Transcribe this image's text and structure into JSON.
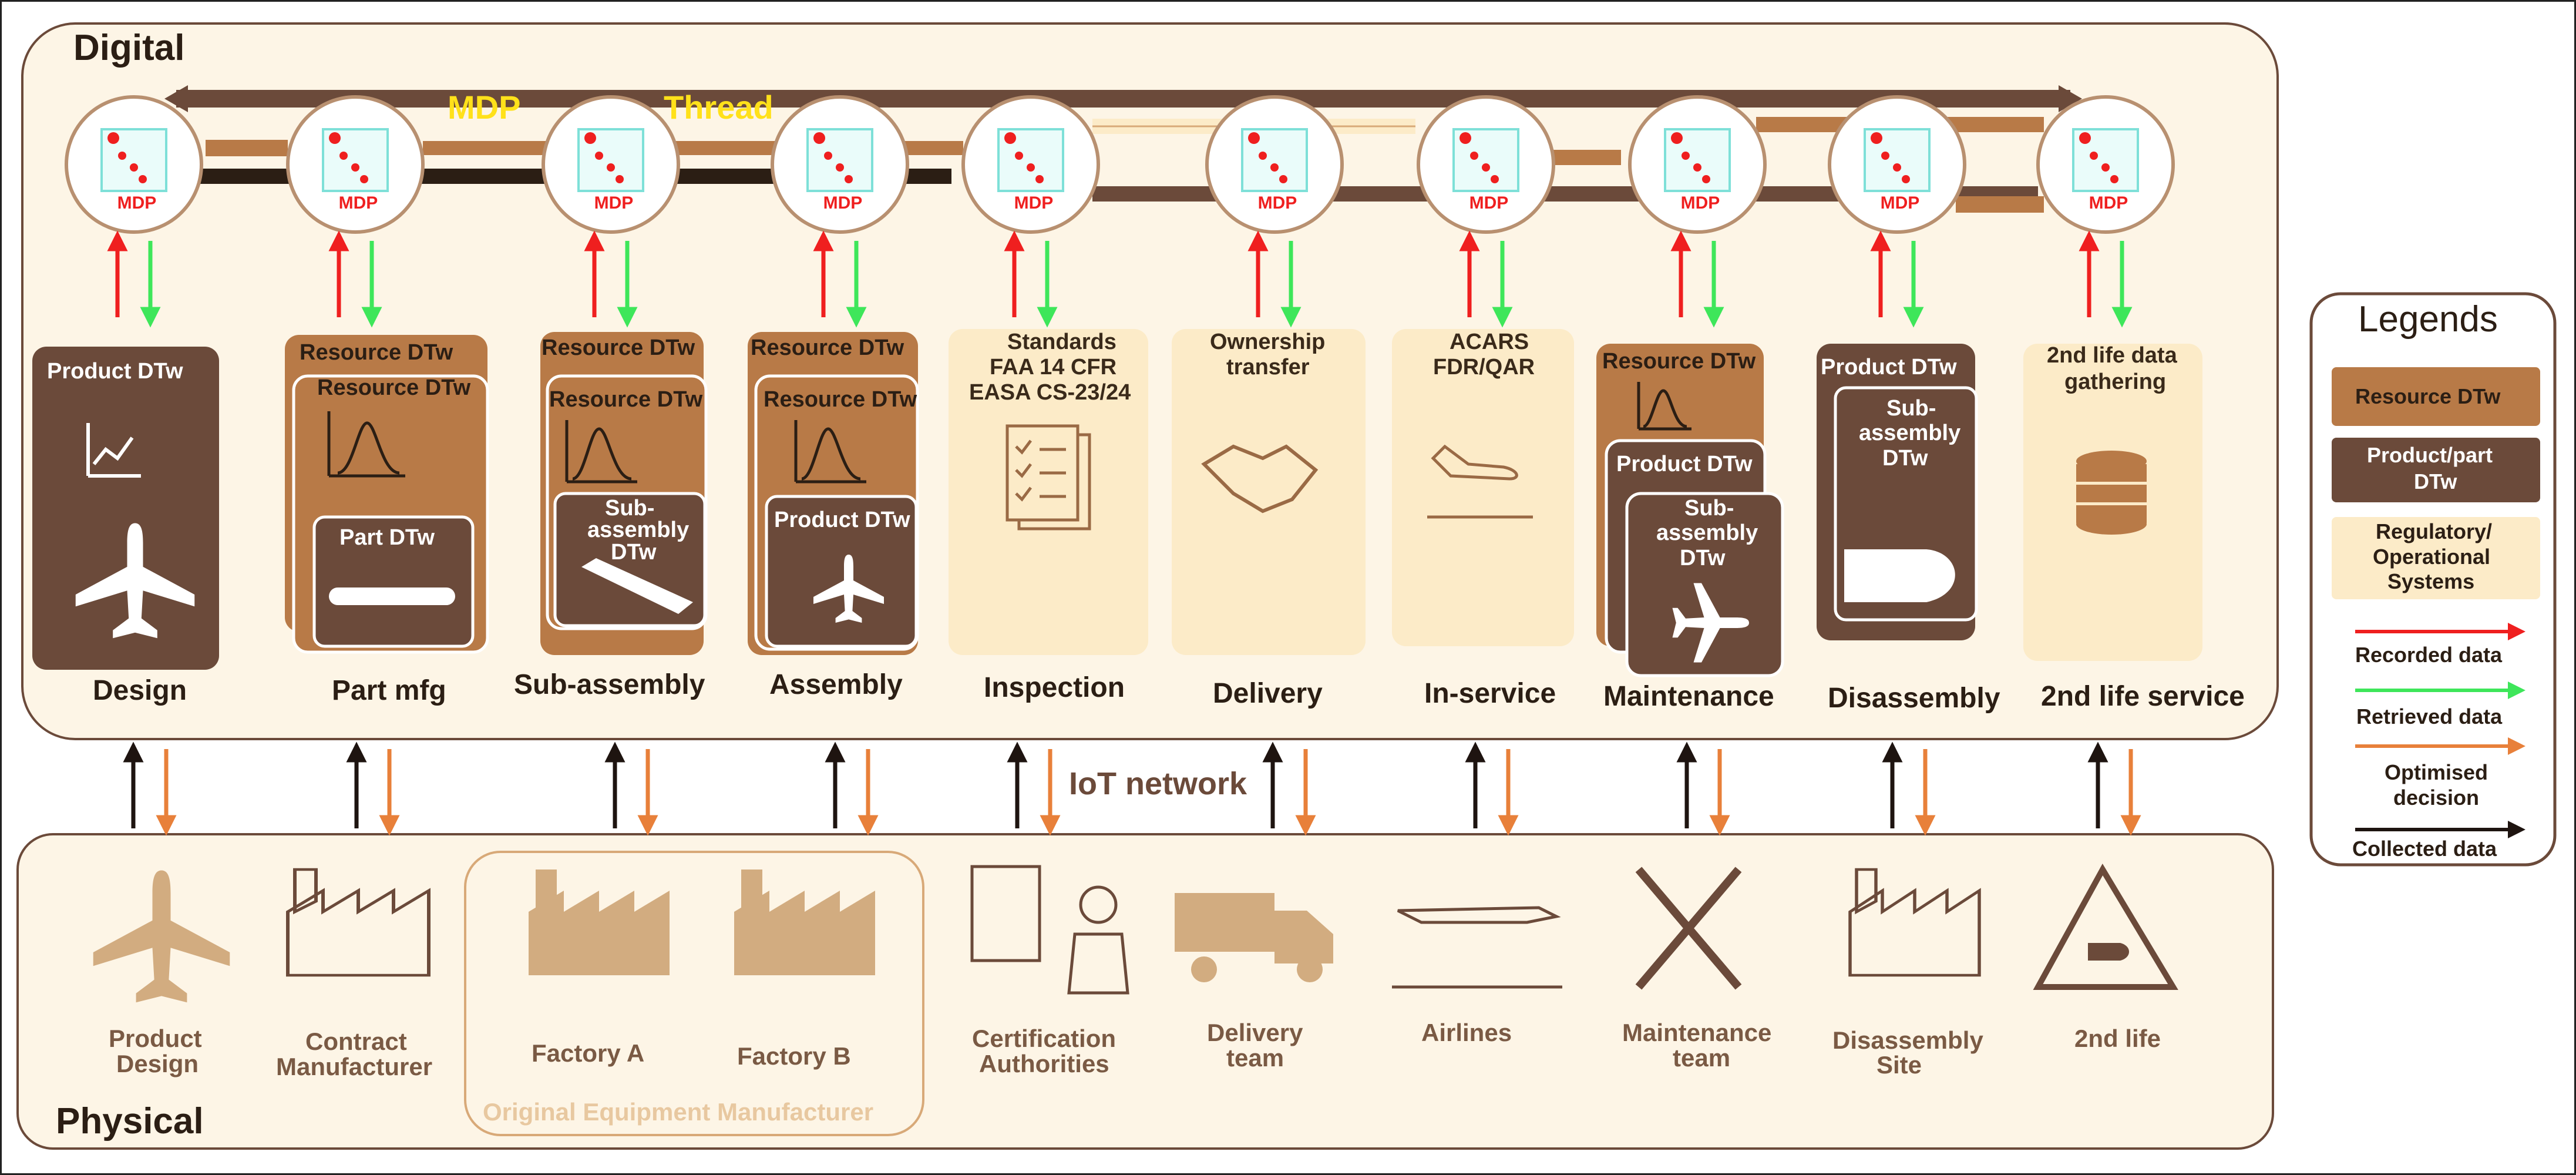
{
  "colors": {
    "resource": "#b87a47",
    "product": "#6b4a3a",
    "regulatory": "#fcebc8",
    "panel": "#fdf5e6",
    "recorded": "#ef1f1f",
    "retrieved": "#3ee65a",
    "optimised": "#e8803a",
    "collected": "#1e1410",
    "thread": "#ffe11a"
  },
  "labels": {
    "digital": "Digital",
    "physical": "Physical",
    "mdp": "MDP",
    "thread": "Thread",
    "iot": "IoT network",
    "node_label": "MDP",
    "oem": "Original Equipment Manufacturer"
  },
  "stages": [
    "Design",
    "Part mfg",
    "Sub-assembly",
    "Assembly",
    "Inspection",
    "Delivery",
    "In-service",
    "Maintenance",
    "Disassembly",
    "2nd life service"
  ],
  "cards": {
    "design": {
      "title": "Product DTw"
    },
    "partmfg": {
      "back": "Resource DTw",
      "front": "Resource DTw",
      "inner": "Part DTw"
    },
    "subassembly": {
      "back": "Resource DTw",
      "front": "Resource DTw",
      "inner_l1": "Sub-",
      "inner_l2": "assembly",
      "inner_l3": "DTw"
    },
    "assembly": {
      "back": "Resource DTw",
      "front": "Resource DTw",
      "inner": "Product DTw"
    },
    "inspection": {
      "l1": "Standards",
      "l2": "FAA 14 CFR",
      "l3": "EASA CS-23/24"
    },
    "delivery": {
      "l1": "Ownership",
      "l2": "transfer"
    },
    "inservice": {
      "l1": "ACARS",
      "l2": "FDR/QAR"
    },
    "maintenance": {
      "back": "Resource DTw",
      "mid": "Product DTw",
      "front_l1": "Sub-",
      "front_l2": "assembly",
      "front_l3": "DTw"
    },
    "disassembly": {
      "outer": "Product DTw",
      "inner_l1": "Sub-",
      "inner_l2": "assembly",
      "inner_l3": "DTw"
    },
    "secondlife": {
      "l1": "2nd life data",
      "l2": "gathering"
    }
  },
  "physical": [
    {
      "l1": "Product",
      "l2": "Design"
    },
    {
      "l1": "Contract",
      "l2": "Manufacturer"
    },
    {
      "l1": "Factory A",
      "l2": ""
    },
    {
      "l1": "Factory B",
      "l2": ""
    },
    {
      "l1": "Certification",
      "l2": "Authorities"
    },
    {
      "l1": "Delivery",
      "l2": "team"
    },
    {
      "l1": "Airlines",
      "l2": ""
    },
    {
      "l1": "Maintenance",
      "l2": "team"
    },
    {
      "l1": "Disassembly",
      "l2": "Site"
    },
    {
      "l1": "2nd life",
      "l2": ""
    }
  ],
  "legend": {
    "title": "Legends",
    "resource": "Resource DTw",
    "product_l1": "Product/part",
    "product_l2": "DTw",
    "reg_l1": "Regulatory/",
    "reg_l2": "Operational",
    "reg_l3": "Systems",
    "recorded": "Recorded data",
    "retrieved": "Retrieved data",
    "optimised_l1": "Optimised",
    "optimised_l2": "decision",
    "collected": "Collected data"
  }
}
